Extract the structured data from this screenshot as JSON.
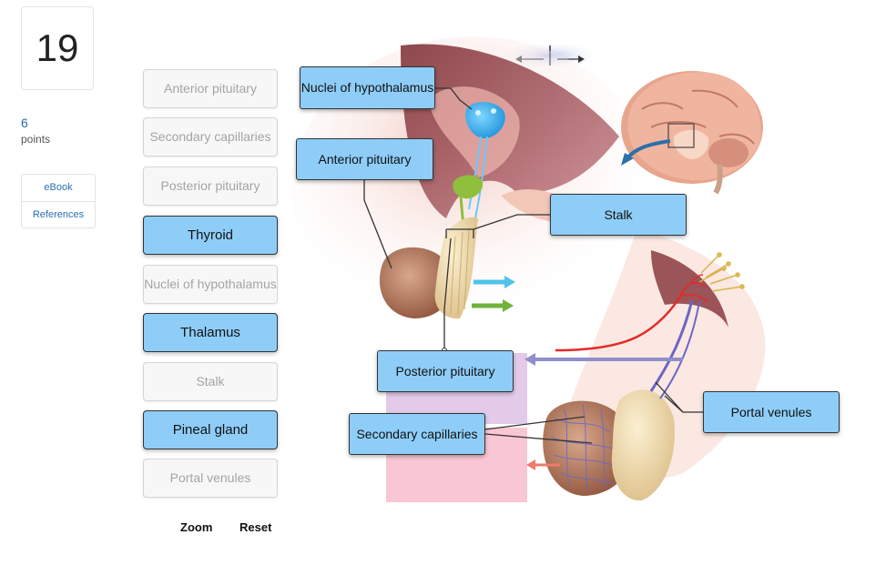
{
  "question": {
    "number": "19",
    "points_value": "6",
    "points_label": "points"
  },
  "links": {
    "ebook": "eBook",
    "references": "References"
  },
  "bank": [
    {
      "label": "Anterior pituitary",
      "state": "used"
    },
    {
      "label": "Secondary capillaries",
      "state": "used"
    },
    {
      "label": "Posterior pituitary",
      "state": "used"
    },
    {
      "label": "Thyroid",
      "state": "available"
    },
    {
      "label": "Nuclei of hypothalamus",
      "state": "used"
    },
    {
      "label": "Thalamus",
      "state": "available"
    },
    {
      "label": "Stalk",
      "state": "used"
    },
    {
      "label": "Pineal gland",
      "state": "available"
    },
    {
      "label": "Portal venules",
      "state": "used"
    }
  ],
  "tools": {
    "zoom": "Zoom",
    "reset": "Reset"
  },
  "placed": {
    "nuclei": "Nuclei of hypothalamus",
    "anterior": "Anterior pituitary",
    "stalk": "Stalk",
    "posterior": "Posterior pituitary",
    "secondary": "Secondary capillaries",
    "portal": "Portal venules"
  },
  "colors": {
    "label_fill": "#8ecdf8",
    "used_text": "#a4a4a4",
    "accent_link": "#2a6fb3"
  }
}
